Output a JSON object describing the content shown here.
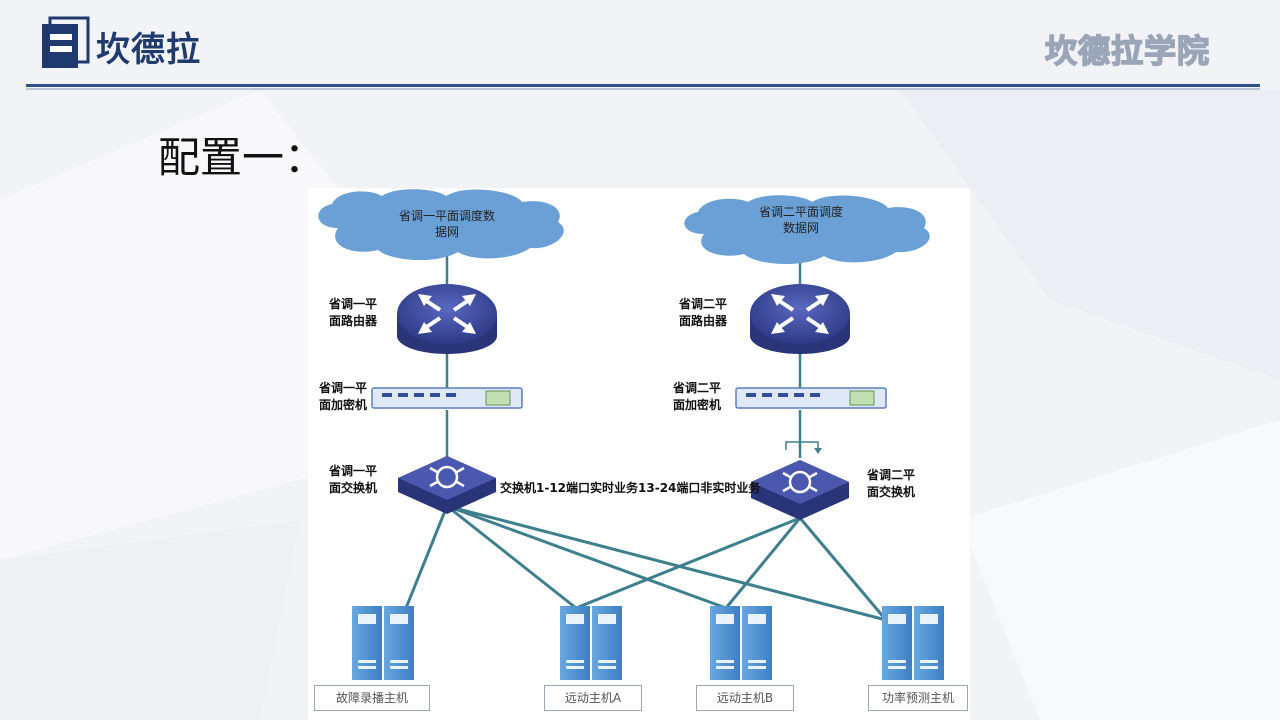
{
  "header": {
    "logo_text": "坎德拉",
    "academy_text": "坎德拉学院"
  },
  "page": {
    "title": "配置一："
  },
  "diagram": {
    "cloud_left": "省调一平面调度数\n据网",
    "cloud_right": "省调二平面调度\n数据网",
    "router_left": "省调一平\n面路由器",
    "router_right": "省调二平\n面路由器",
    "encryptor_left": "省调一平\n面加密机",
    "encryptor_right": "省调二平\n面加密机",
    "switch_left": "省调一平\n面交换机",
    "switch_right": "省调二平\n面交换机",
    "switch_note": "交换机1-12端口实时业务13-24端口非实时业务",
    "hosts": [
      "故障录播主机",
      "远动主机A",
      "远动主机B",
      "功率预测主机"
    ]
  },
  "colors": {
    "accent": "#2f4f87",
    "cloud": "#6aa0d6",
    "device": "#3c4a9a",
    "link": "#3e7f8e",
    "server": "#4d8fd0"
  }
}
